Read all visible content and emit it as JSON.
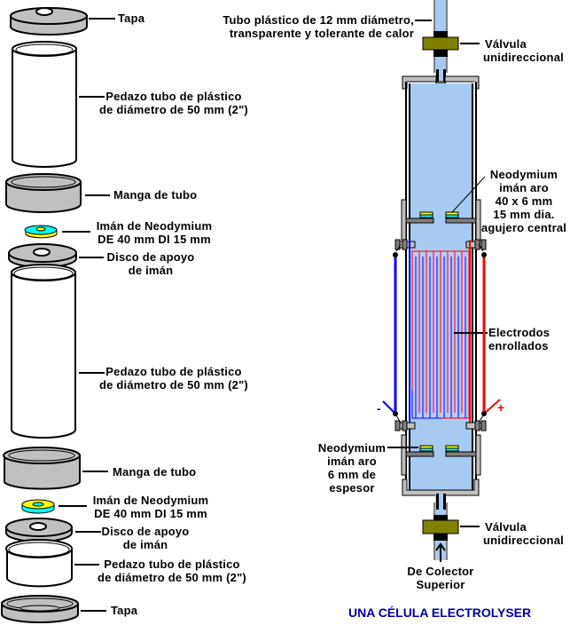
{
  "diagram": {
    "title": "UNA CÉLULA ELECTROLYSER",
    "colors": {
      "part_gray": "#c0c0c0",
      "water_blue": "#a6caf0",
      "valve_olive": "#808000",
      "magnet_yellow": "#ffff00",
      "magnet_cyan": "#00ffff",
      "wire_negative": "#0000ff",
      "wire_positive": "#ff0000",
      "title_blue": "#00009c"
    },
    "exploded_parts": [
      {
        "id": "tapa-top",
        "label": [
          "Tapa"
        ]
      },
      {
        "id": "tube-upper",
        "label": [
          "Pedazo tubo de plástico",
          "de diámetro de 50 mm (2\")"
        ]
      },
      {
        "id": "sleeve-upper",
        "label": [
          "Manga de tubo"
        ]
      },
      {
        "id": "magnet-upper",
        "label": [
          "Imán de Neodymium",
          "DE 40 mm  DI 15 mm"
        ]
      },
      {
        "id": "disc-upper",
        "label": [
          "Disco de apoyo",
          "de imán"
        ]
      },
      {
        "id": "tube-middle",
        "label": [
          "Pedazo tubo de plástico",
          "de diámetro de 50 mm (2\")"
        ]
      },
      {
        "id": "sleeve-lower",
        "label": [
          "Manga de tubo"
        ]
      },
      {
        "id": "magnet-lower",
        "label": [
          "Imán de Neodymium",
          "DE 40 mm  DI 15 mm"
        ]
      },
      {
        "id": "disc-lower",
        "label": [
          "Disco de apoyo",
          "de imán"
        ]
      },
      {
        "id": "tube-lower",
        "label": [
          "Pedazo tubo de plástico",
          "de diámetro de 50 mm (2\")"
        ]
      },
      {
        "id": "tapa-bottom",
        "label": [
          "Tapa"
        ]
      }
    ],
    "assembled": {
      "tube_label": [
        "Tubo plástico de 12 mm diámetro,",
        "transparente y tolerante de calor"
      ],
      "valve_top_label": [
        "Válvula",
        "unidireccional"
      ],
      "magnet_ring_top_label": [
        "Neodymium",
        "imán aro",
        "40 x 6 mm",
        "15 mm dia.",
        "agujero central"
      ],
      "electrodes_label": [
        "Electrodos",
        "enrollados"
      ],
      "magnet_ring_bottom_label": [
        "Neodymium",
        "imán aro",
        "6 mm de",
        "espesor"
      ],
      "valve_bottom_label": [
        "Válvula",
        "unidireccional"
      ],
      "inlet_label": [
        "De Colector",
        "Superior"
      ],
      "negative_sign": "-",
      "positive_sign": "+"
    }
  }
}
